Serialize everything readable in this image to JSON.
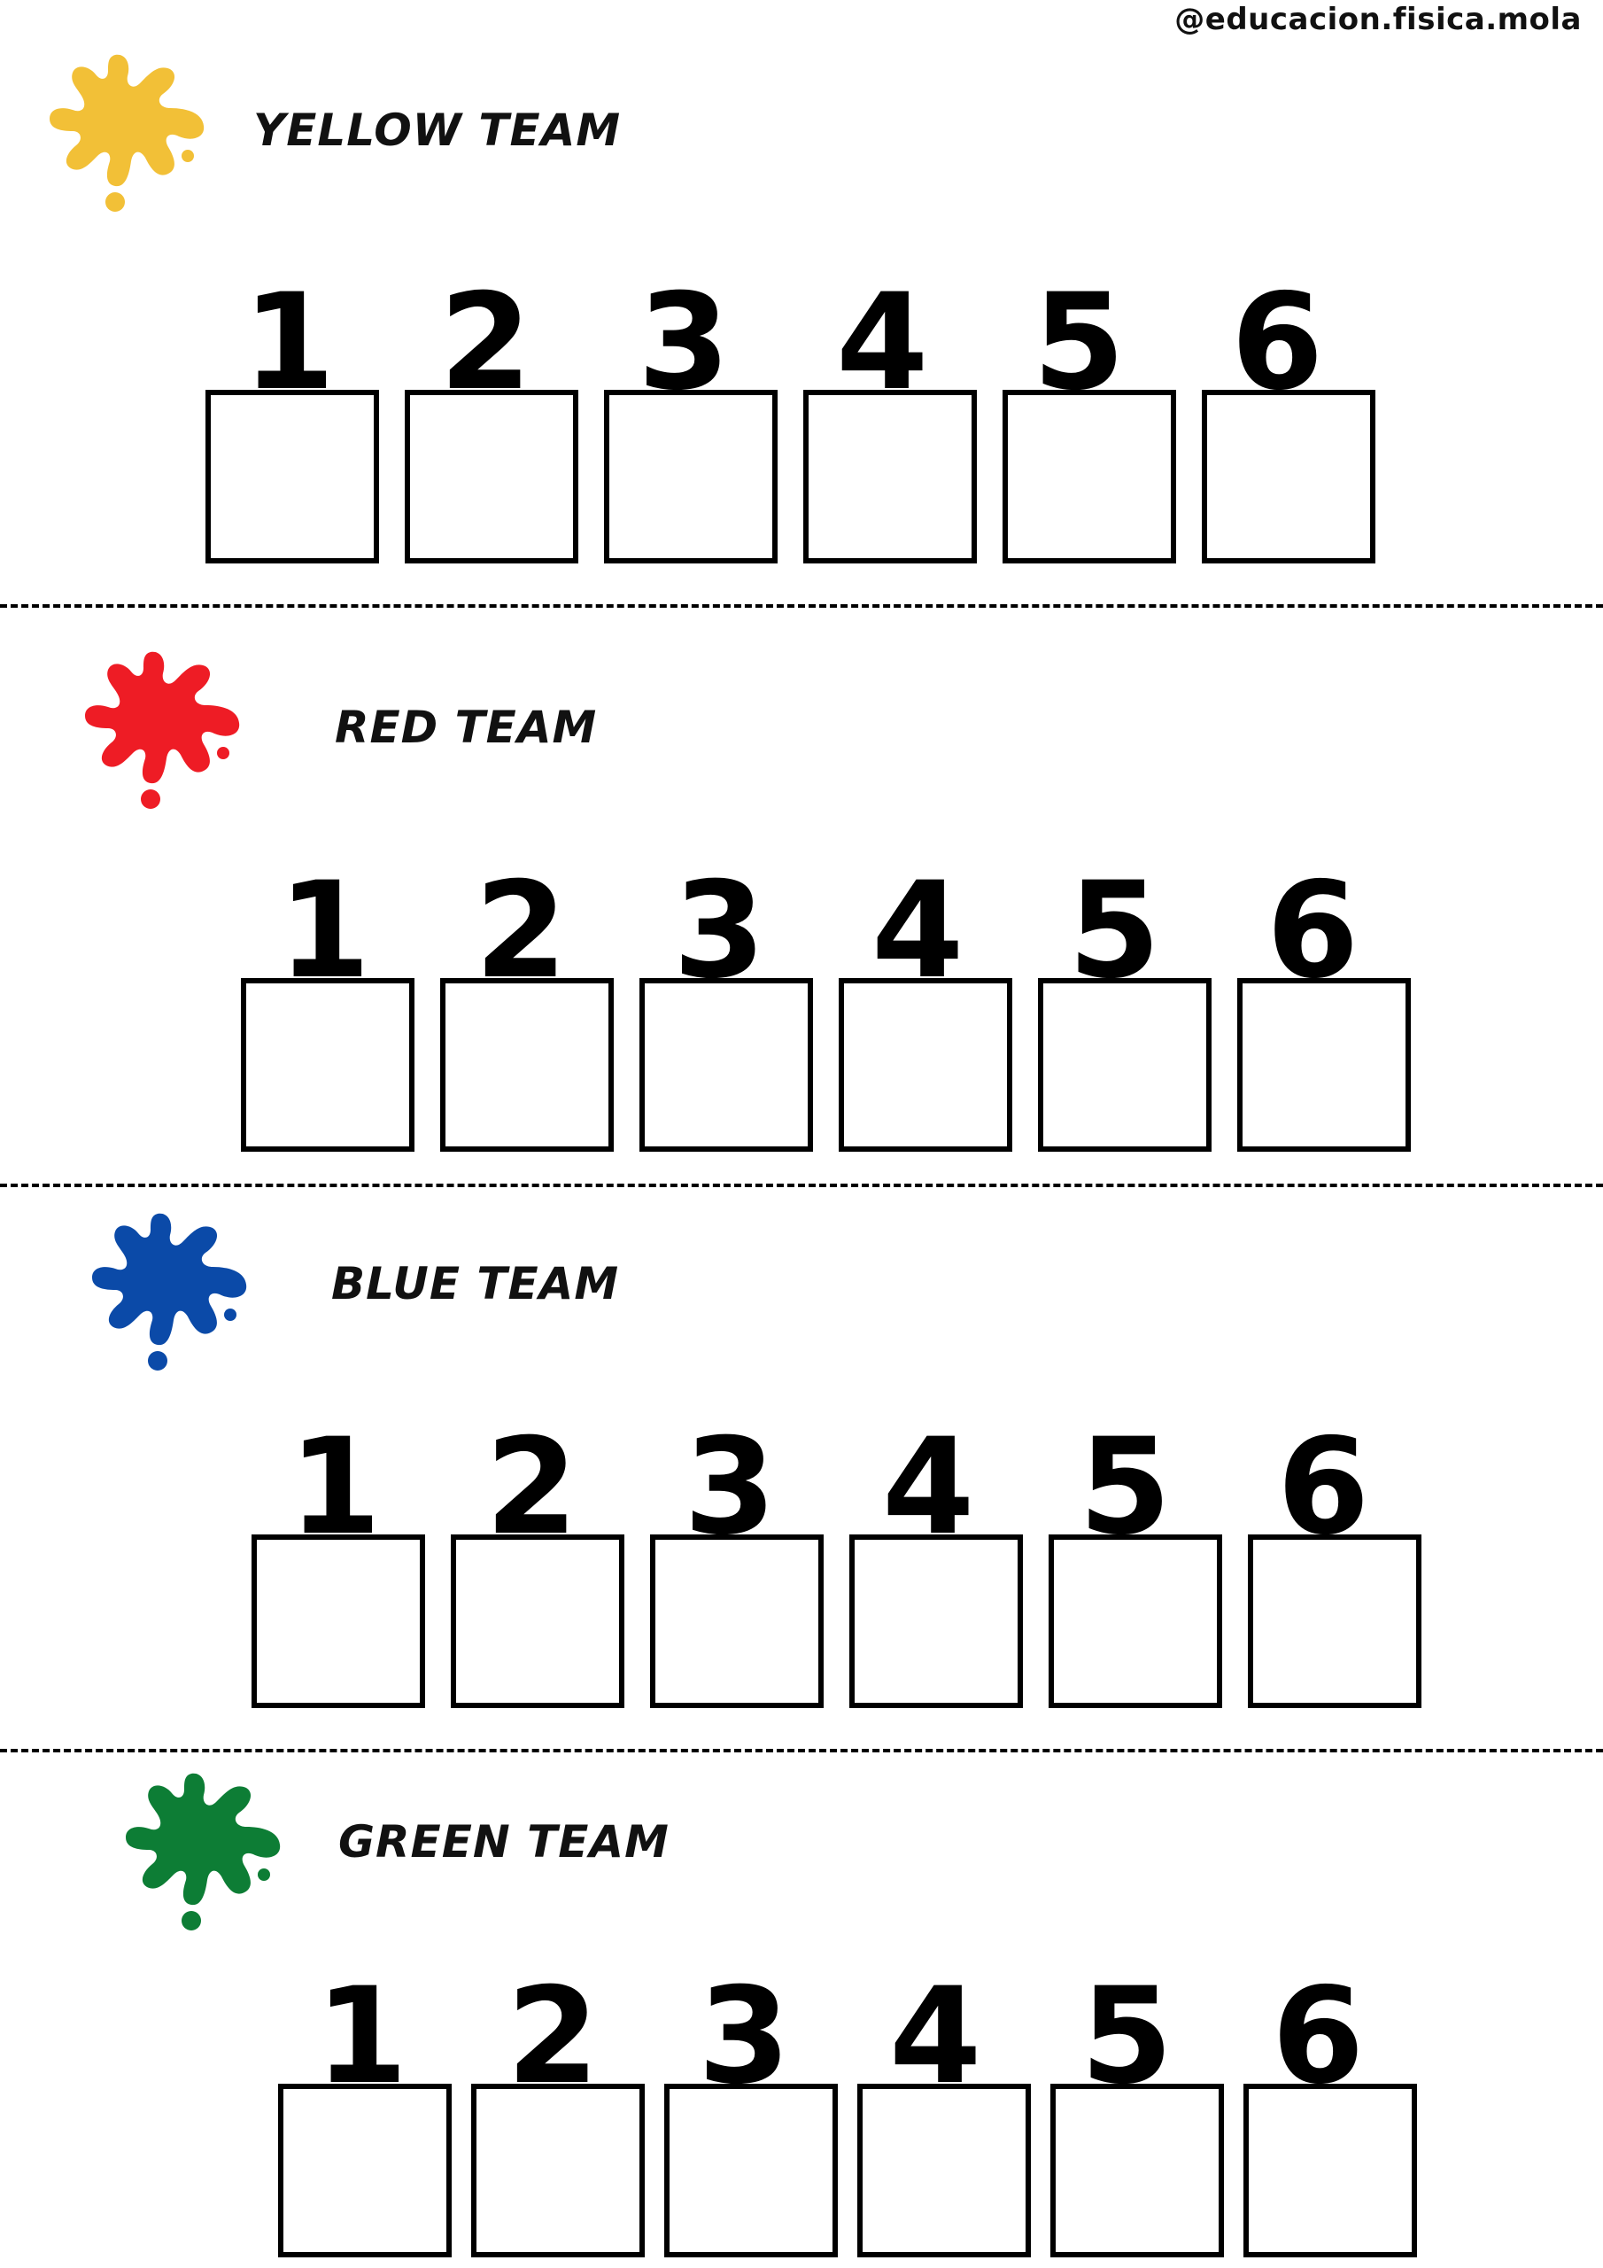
{
  "handle": "@educacion.fisica.mola",
  "teams": [
    {
      "title": "YELLOW TEAM",
      "color": "#f2c037",
      "numbers": [
        "1",
        "2",
        "3",
        "4",
        "5",
        "6"
      ]
    },
    {
      "title": "RED TEAM",
      "color": "#ee1c25",
      "numbers": [
        "1",
        "2",
        "3",
        "4",
        "5",
        "6"
      ]
    },
    {
      "title": "BLUE TEAM",
      "color": "#0b4aa8",
      "numbers": [
        "1",
        "2",
        "3",
        "4",
        "5",
        "6"
      ]
    },
    {
      "title": "GREEN TEAM",
      "color": "#0d7d35",
      "numbers": [
        "1",
        "2",
        "3",
        "4",
        "5",
        "6"
      ]
    }
  ]
}
